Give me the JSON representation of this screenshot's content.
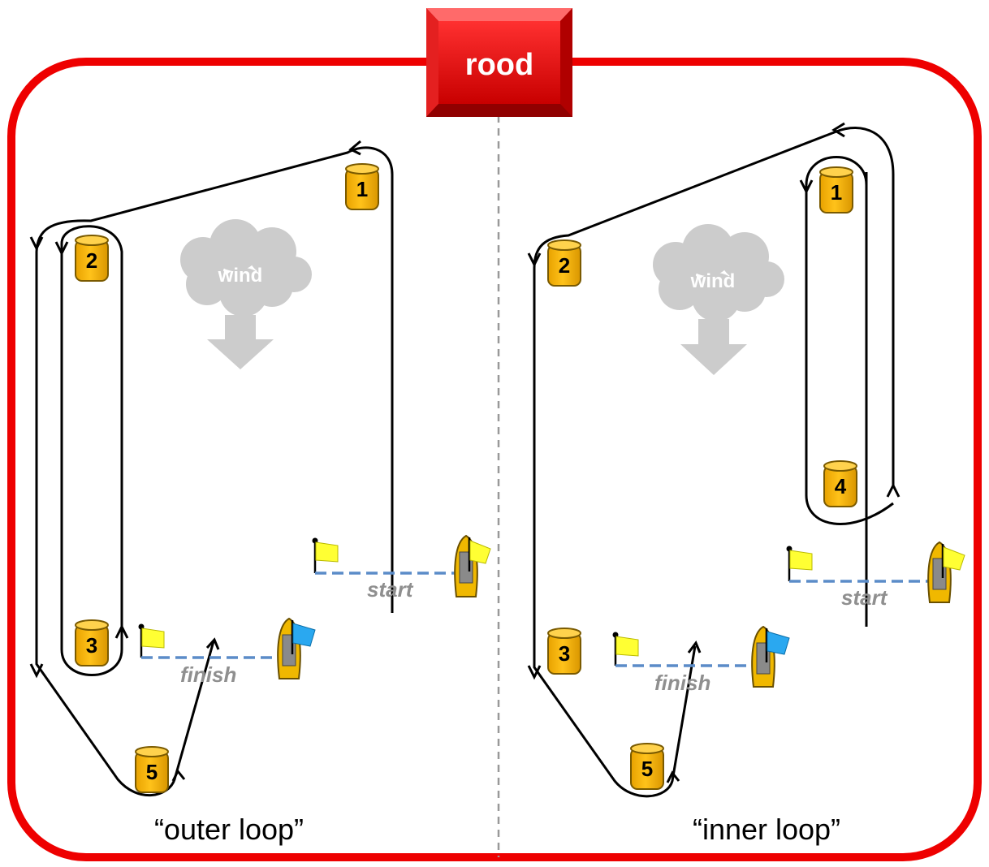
{
  "title": "rood",
  "colors": {
    "frame": "#ee0000",
    "title_bg": "#dd0000",
    "mark_fill": "#f5b400",
    "mark_stroke": "#7a5a00",
    "wind_gray": "#cccccc",
    "line_dash": "#5b8cc8",
    "course": "#000000",
    "flag_yellow": "#ffff33",
    "flag_blue": "#2aa8f0",
    "divider": "#999999"
  },
  "left": {
    "caption": "“outer loop”",
    "wind_label": "wind",
    "start_label": "start",
    "finish_label": "finish",
    "marks": [
      "1",
      "2",
      "3",
      "5"
    ]
  },
  "right": {
    "caption": "“inner loop”",
    "wind_label": "wind",
    "start_label": "start",
    "finish_label": "finish",
    "marks": [
      "1",
      "2",
      "3",
      "4",
      "5"
    ]
  }
}
